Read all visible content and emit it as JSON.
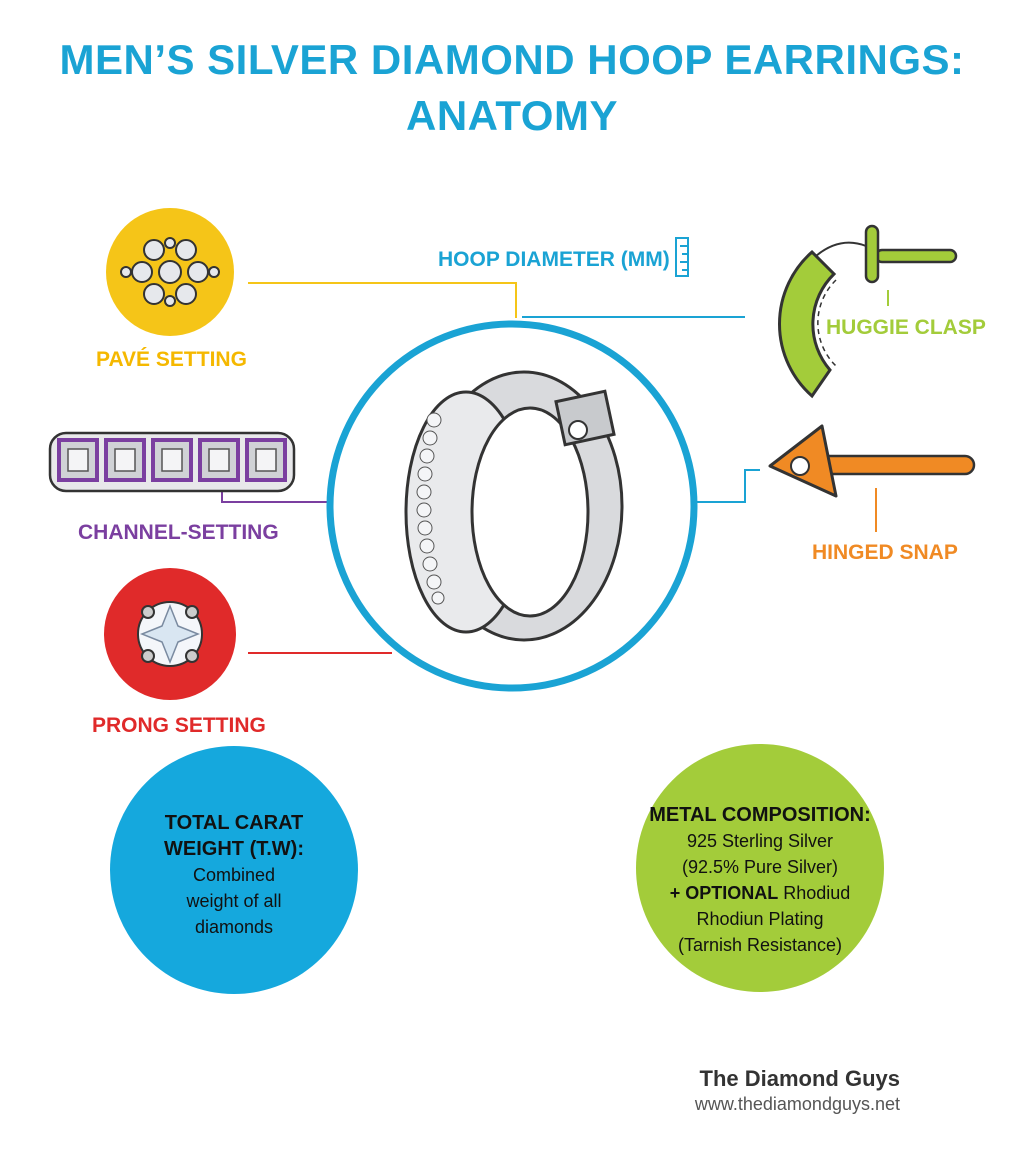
{
  "title": {
    "line1": "MEN’S SILVER DIAMOND HOOP EARRINGS:",
    "line2": "ANATOMY"
  },
  "labels": {
    "hoop_diameter": "HOOP DIAMETER (MM)",
    "pave_setting": "PAVÉ SETTING",
    "channel_setting": "CHANNEL-SETTING",
    "prong_setting": "PRONG SETTING",
    "huggie_clasp": "HUGGIE CLASP",
    "hinged_snap": "HINGED SNAP"
  },
  "carat_info": {
    "heading_line1": "TOTAL CARAT",
    "heading_line2": "WEIGHT (T.W):",
    "body_line1": "Combined",
    "body_line2": "weight of all",
    "body_line3": "diamonds"
  },
  "metal_info": {
    "heading": "METAL COMPOSITION:",
    "line1": "925 Sterling Silver",
    "line2": "(92.5% Pure Silver)",
    "line3_bold": "+ OPTIONAL",
    "line3_rest": " Rhodiud",
    "line4": "Rhodiun Plating",
    "line5": "(Tarnish Resistance)"
  },
  "footer": {
    "brand": "The Diamond Guys",
    "url": "www.thediamondguys.net"
  },
  "colors": {
    "blue": "#1aa3d4",
    "yellow": "#f5c518",
    "purple": "#7b3fa0",
    "red": "#e02a2a",
    "green": "#a3cc3a",
    "orange": "#f08a24",
    "silver": "#d9dadd"
  }
}
